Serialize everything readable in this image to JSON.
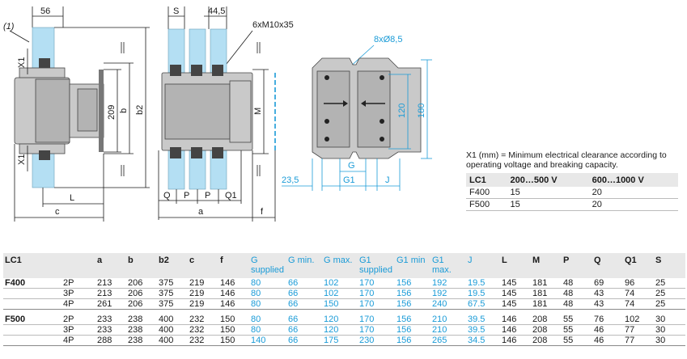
{
  "drawing": {
    "note_ref": "(1)",
    "top_dims": {
      "w56": "56",
      "s": "S",
      "w445": "44,5",
      "screws": "6xM10x35",
      "holes": "8xØ8,5"
    },
    "side_view": {
      "x1": "X1",
      "h209": "209",
      "b": "b",
      "b2": "b2",
      "L": "L",
      "c": "c"
    },
    "front_view": {
      "M": "M",
      "Q": "Q",
      "P1": "P",
      "P2": "P",
      "Q1": "Q1",
      "a": "a",
      "f": "f"
    },
    "mount_view": {
      "h120": "120",
      "h180": "180",
      "w235": "23,5",
      "G": "G",
      "G1": "G1",
      "J": "J"
    }
  },
  "clearance": {
    "note": "X1 (mm) = Minimum electrical clearance according to operating voltage and breaking capacity.",
    "headers": [
      "LC1",
      "200…500 V",
      "600…1000 V"
    ],
    "rows": [
      [
        "F400",
        "15",
        "20"
      ],
      [
        "F500",
        "15",
        "20"
      ]
    ]
  },
  "dimensions": {
    "headers": [
      "LC1",
      "",
      "a",
      "b",
      "b2",
      "c",
      "f",
      "G supplied",
      "G min.",
      "G max.",
      "G1 supplied",
      "G1 min",
      "G1 max.",
      "J",
      "L",
      "M",
      "P",
      "Q",
      "Q1",
      "S"
    ],
    "groups": [
      {
        "name": "F400",
        "rows": [
          [
            "2P",
            "213",
            "206",
            "375",
            "219",
            "146",
            "80",
            "66",
            "102",
            "170",
            "156",
            "192",
            "19.5",
            "145",
            "181",
            "48",
            "69",
            "96",
            "25"
          ],
          [
            "3P",
            "213",
            "206",
            "375",
            "219",
            "146",
            "80",
            "66",
            "102",
            "170",
            "156",
            "192",
            "19.5",
            "145",
            "181",
            "48",
            "43",
            "74",
            "25"
          ],
          [
            "4P",
            "261",
            "206",
            "375",
            "219",
            "146",
            "80",
            "66",
            "150",
            "170",
            "156",
            "240",
            "67.5",
            "145",
            "181",
            "48",
            "43",
            "74",
            "25"
          ]
        ]
      },
      {
        "name": "F500",
        "rows": [
          [
            "2P",
            "233",
            "238",
            "400",
            "232",
            "150",
            "80",
            "66",
            "120",
            "170",
            "156",
            "210",
            "39.5",
            "146",
            "208",
            "55",
            "76",
            "102",
            "30"
          ],
          [
            "3P",
            "233",
            "238",
            "400",
            "232",
            "150",
            "80",
            "66",
            "120",
            "170",
            "156",
            "210",
            "39.5",
            "146",
            "208",
            "55",
            "46",
            "77",
            "30"
          ],
          [
            "4P",
            "288",
            "238",
            "400",
            "232",
            "150",
            "140",
            "66",
            "175",
            "230",
            "156",
            "265",
            "34.5",
            "146",
            "208",
            "55",
            "46",
            "77",
            "30"
          ]
        ]
      }
    ]
  }
}
